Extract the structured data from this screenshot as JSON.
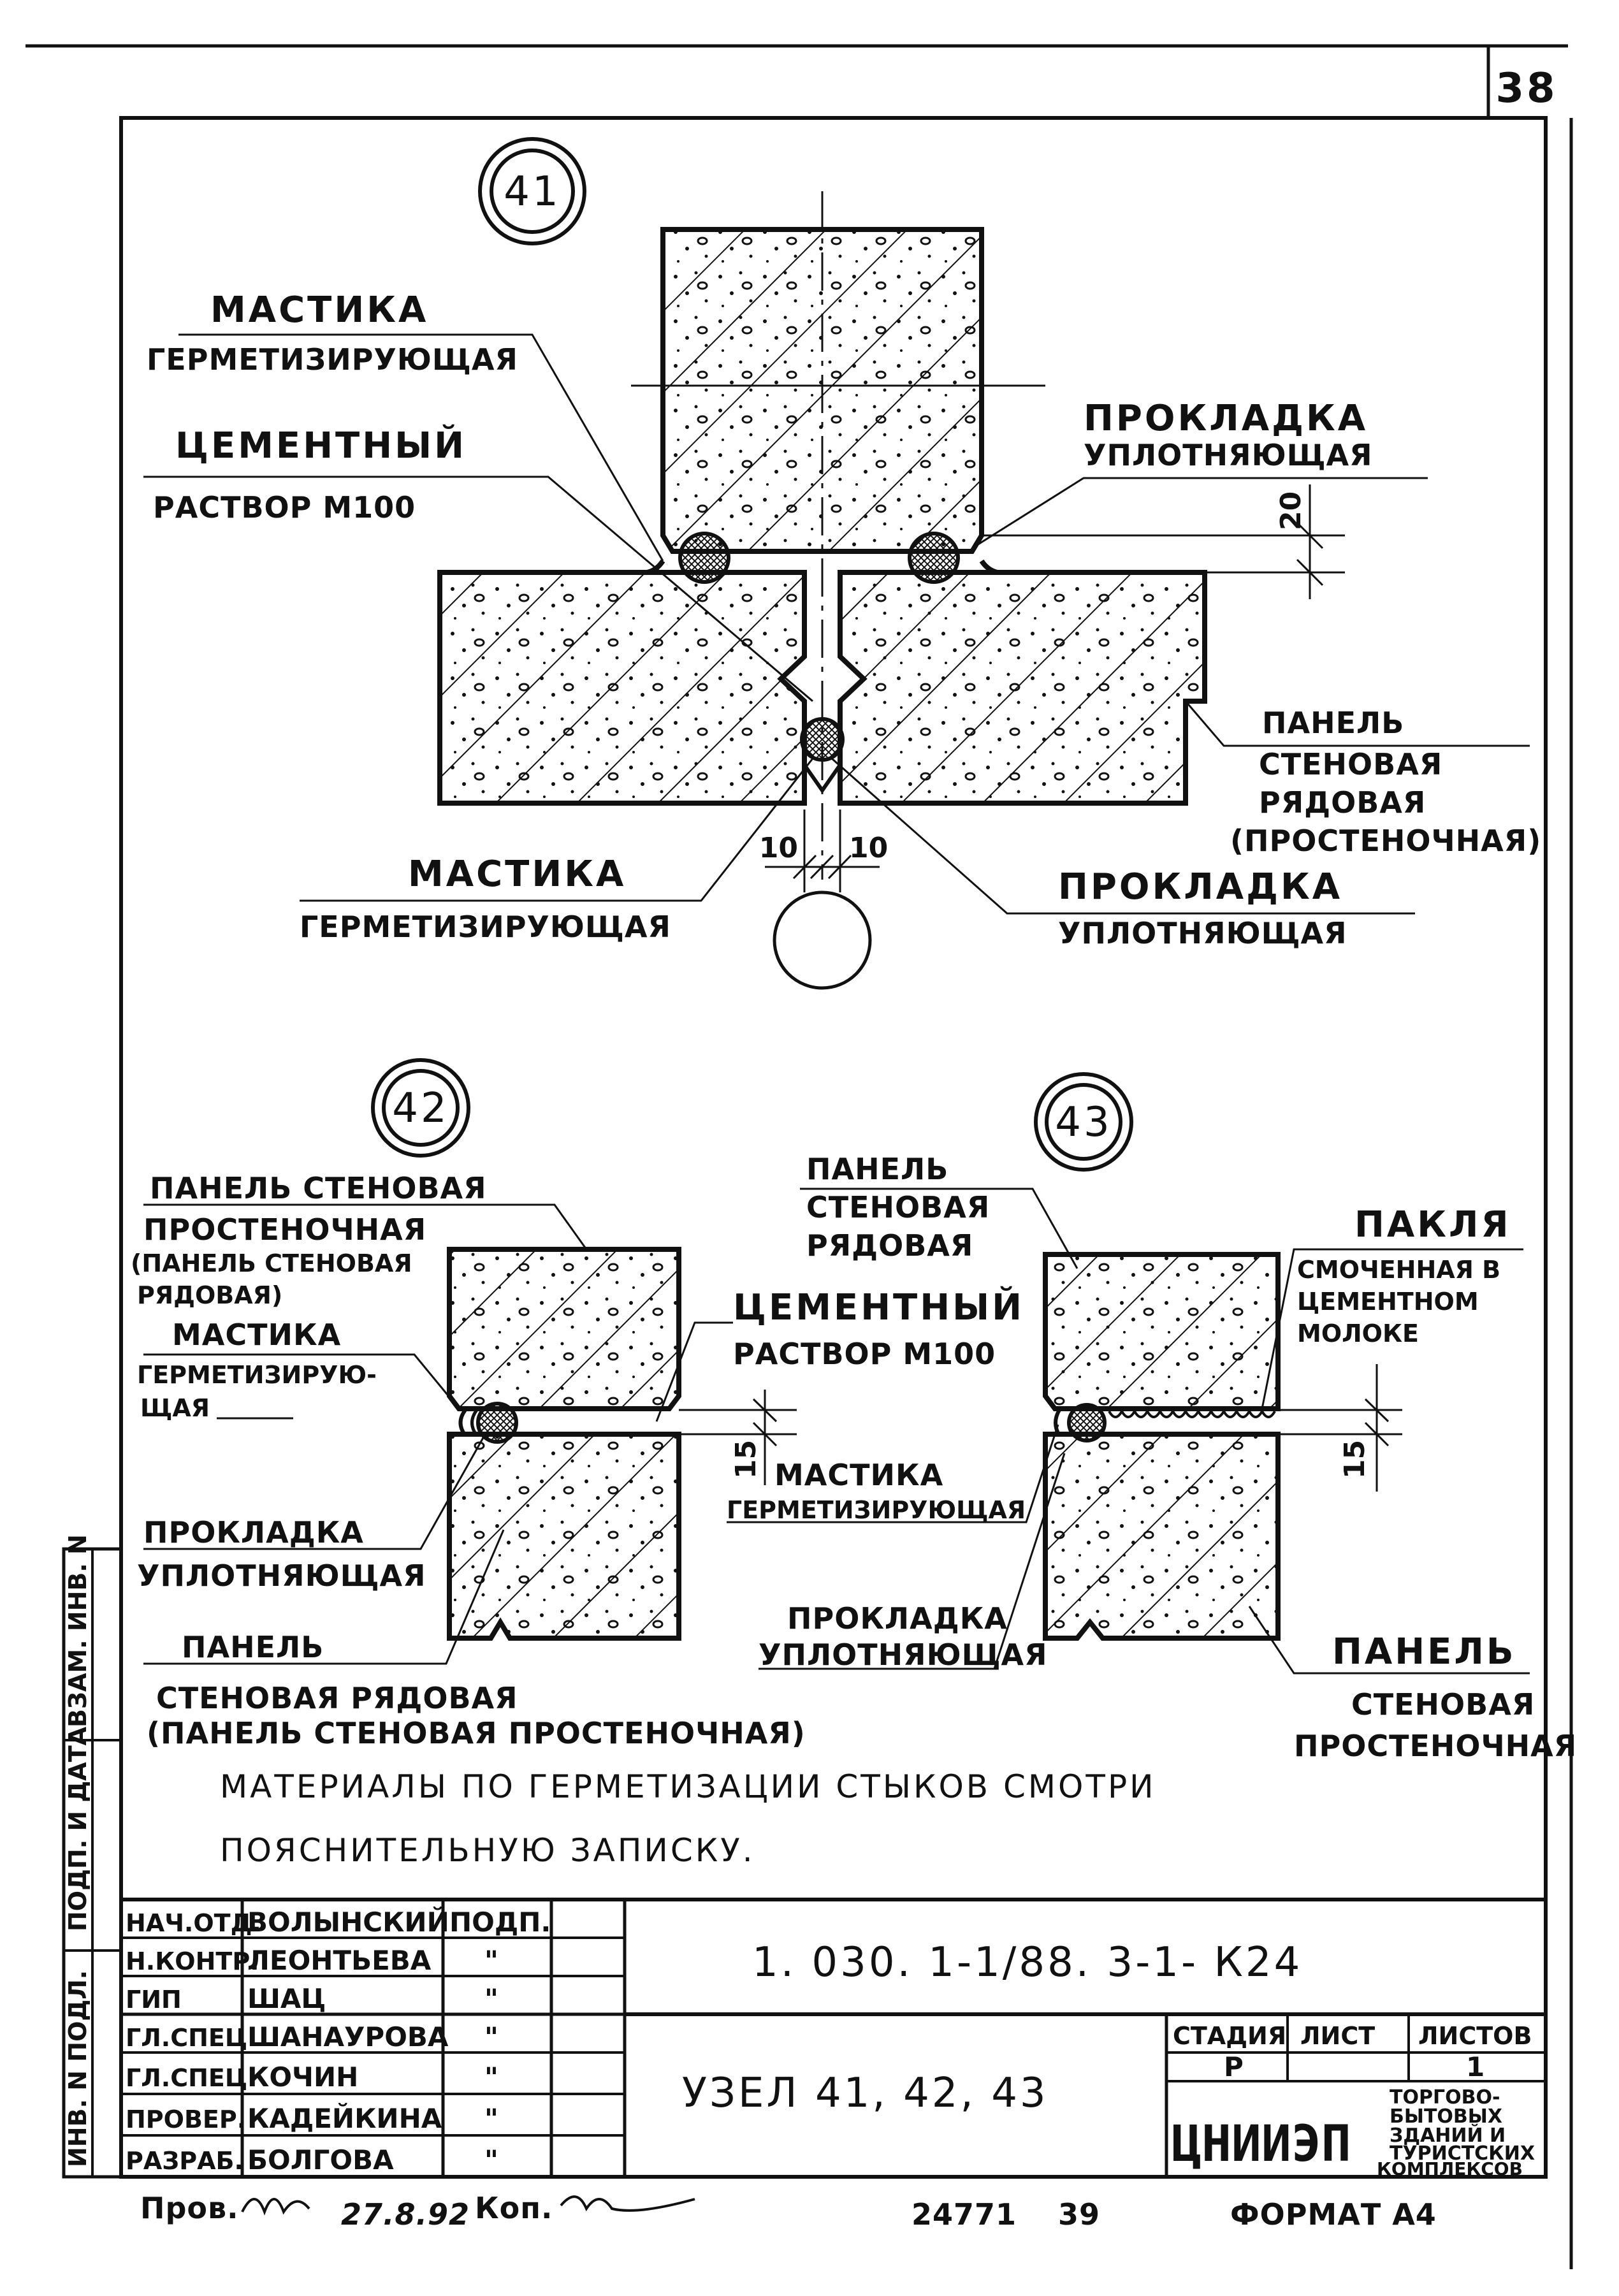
{
  "sheet": {
    "page_number": "38"
  },
  "node41": {
    "mark": "41",
    "mastic_top_1": "МАСТИКА",
    "mastic_top_2": "ГЕРМЕТИЗИРУЮЩАЯ",
    "mortar_1": "ЦЕМЕНТНЫЙ",
    "mortar_2": "РАСТВОР   М100",
    "gasket_top_1": "ПРОКЛАДКА",
    "gasket_top_2": "УПЛОТНЯЮЩАЯ",
    "dim_20": "20",
    "panel_1": "ПАНЕЛЬ",
    "panel_2": "СТЕНОВАЯ",
    "panel_3": "РЯДОВАЯ",
    "panel_4": "(ПРОСТЕНОЧНАЯ)",
    "dim_10_left": "10",
    "dim_10_right": "10",
    "mastic_bot_1": "МАСТИКА",
    "mastic_bot_2": "ГЕРМЕТИЗИРУЮЩАЯ",
    "gasket_bot_1": "ПРОКЛАДКА",
    "gasket_bot_2": "УПЛОТНЯЮЩАЯ"
  },
  "node42": {
    "mark": "42",
    "panel_top_1": "ПАНЕЛЬ СТЕНОВАЯ",
    "panel_top_2": "ПРОСТЕНОЧНАЯ",
    "panel_top_3": "(ПАНЕЛЬ СТЕНОВАЯ",
    "panel_top_4": "РЯДОВАЯ)",
    "mastic_1": "МАСТИКА",
    "mastic_2": "ГЕРМЕТИЗИРУЮ-",
    "mastic_3": "ЩАЯ",
    "mortar_1": "ЦЕМЕНТНЫЙ",
    "mortar_2": "РАСТВОР   М100",
    "dim_15": "15",
    "gasket_1": "ПРОКЛАДКА",
    "gasket_2": "УПЛОТНЯЮЩАЯ",
    "panel_bot_1": "ПАНЕЛЬ",
    "panel_bot_2": "СТЕНОВАЯ  РЯДОВАЯ",
    "panel_bot_3": "(ПАНЕЛЬ СТЕНОВАЯ  ПРОСТЕНОЧНАЯ)"
  },
  "node43": {
    "mark": "43",
    "panel_top_1": "ПАНЕЛЬ",
    "panel_top_2": "СТЕНОВАЯ",
    "panel_top_3": "РЯДОВАЯ",
    "tow_1": "ПАКЛЯ",
    "tow_2": "СМОЧЕННАЯ В",
    "tow_3": "ЦЕМЕНТНОМ",
    "tow_4": "МОЛОКЕ",
    "dim_15": "15",
    "mastic_1": "МАСТИКА",
    "mastic_2": "ГЕРМЕТИЗИРУЮЩАЯ",
    "gasket_1": "ПРОКЛАДКА",
    "gasket_2": "УПЛОТНЯЮЩАЯ",
    "panel_bot_1": "ПАНЕЛЬ",
    "panel_bot_2": "СТЕНОВАЯ",
    "panel_bot_3": "ПРОСТЕНОЧНАЯ"
  },
  "note": {
    "line1": "МАТЕРИАЛЫ   ПО   ГЕРМЕТИЗАЦИИ   СТЫКОВ   СМОТРИ",
    "line2": "ПОЯСНИТЕЛЬНУЮ  ЗАПИСКУ."
  },
  "side_stamp": {
    "inv_orig": "ИНВ. N ПОДЛ.",
    "sign_date": "ПОДП. И ДАТА",
    "inv_subst": "ВЗАМ. ИНВ. N"
  },
  "title_block": {
    "doc_code": "1. 030. 1-1/88. 3-1- К24",
    "title": "УЗЕЛ   41, 42, 43",
    "stage_header": "СТАДИЯ",
    "sheet_header": "ЛИСТ",
    "sheets_header": "ЛИСТОВ",
    "stage_value": "Р",
    "sheet_value": "",
    "sheets_value": "1",
    "org_logo": "ЦНИИЭП",
    "org_name_1": "ТОРГОВО-",
    "org_name_2": "БЫТОВЫХ",
    "org_name_3": "ЗДАНИЙ И",
    "org_name_4": "ТУРИСТСКИХ",
    "org_name_5": "КОМПЛЕКСОВ",
    "signatures": [
      {
        "role": "НАЧ.ОТД.",
        "name": "ВОЛЫНСКИЙ",
        "sign": "ПОДП."
      },
      {
        "role": "Н.КОНТР.",
        "name": "ЛЕОНТЬЕВА",
        "sign": "\""
      },
      {
        "role": "ГИП",
        "name": "ШАЦ",
        "sign": "\""
      },
      {
        "role": "ГЛ.СПЕЦ.",
        "name": "ШАНАУРОВА",
        "sign": "\""
      },
      {
        "role": "ГЛ.СПЕЦ.",
        "name": "КОЧИН",
        "sign": "\""
      },
      {
        "role": "ПРОВЕР.",
        "name": "КАДЕЙКИНА",
        "sign": "\""
      },
      {
        "role": "РАЗРАБ.",
        "name": "БОЛГОВА",
        "sign": "\""
      }
    ]
  },
  "footer": {
    "checked": "Пров.",
    "checked_date": "27.8.92",
    "copy": "Коп.",
    "archive_no": "24771",
    "archive_sheet": "39",
    "format": "ФОРМАТ  А4"
  }
}
